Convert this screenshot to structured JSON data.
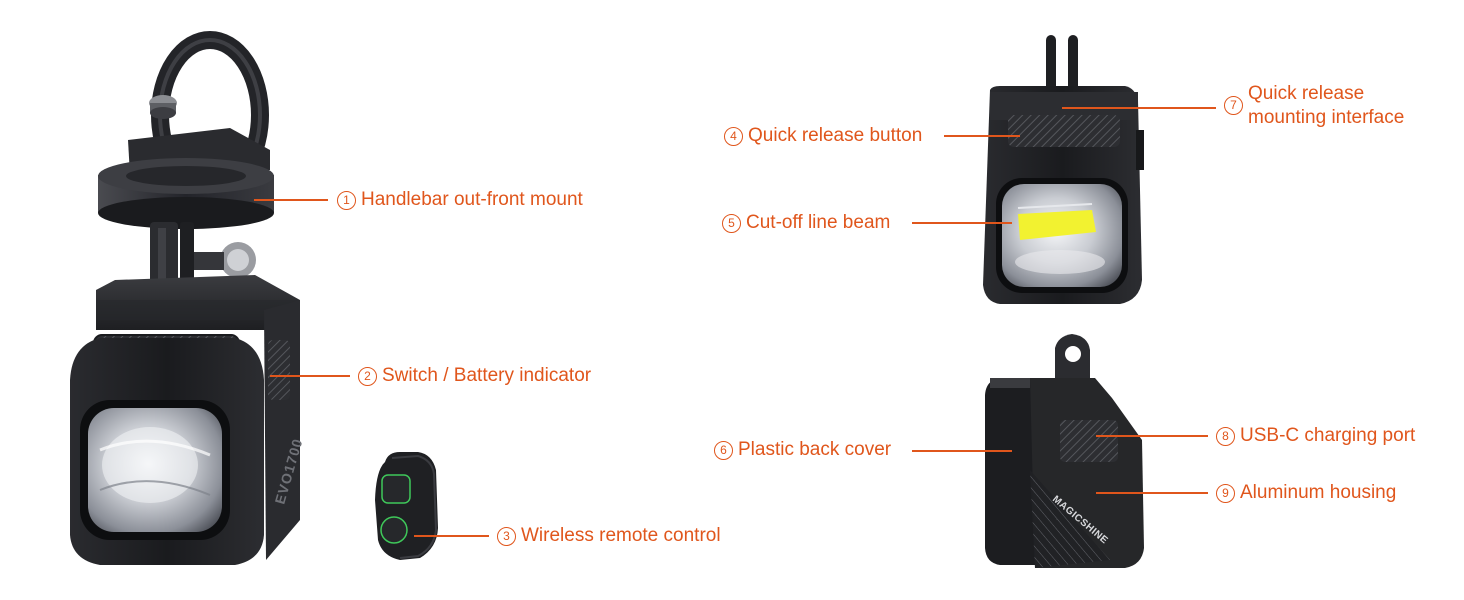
{
  "callouts": [
    {
      "id": "c1",
      "num": "1",
      "text": "Handlebar out-front mount"
    },
    {
      "id": "c2",
      "num": "2",
      "text": "Switch / Battery indicator"
    },
    {
      "id": "c3",
      "num": "3",
      "text": "Wireless remote control"
    },
    {
      "id": "c4",
      "num": "4",
      "text": "Quick release button"
    },
    {
      "id": "c5",
      "num": "5",
      "text": "Cut-off line beam"
    },
    {
      "id": "c6",
      "num": "6",
      "text": "Plastic back cover"
    },
    {
      "id": "c7",
      "num": "7",
      "text": "Quick release\nmounting interface"
    },
    {
      "id": "c8",
      "num": "8",
      "text": "USB-C charging port"
    },
    {
      "id": "c9",
      "num": "9",
      "text": "Aluminum housing"
    }
  ],
  "product": {
    "side_model_text": "EVO1700",
    "brand_text": "MAGICSHINE"
  },
  "colors": {
    "callout": "#e0561c",
    "housing": "#1b1c1f",
    "remote_accent": "#3fc85a",
    "beam": "#f2f230"
  }
}
